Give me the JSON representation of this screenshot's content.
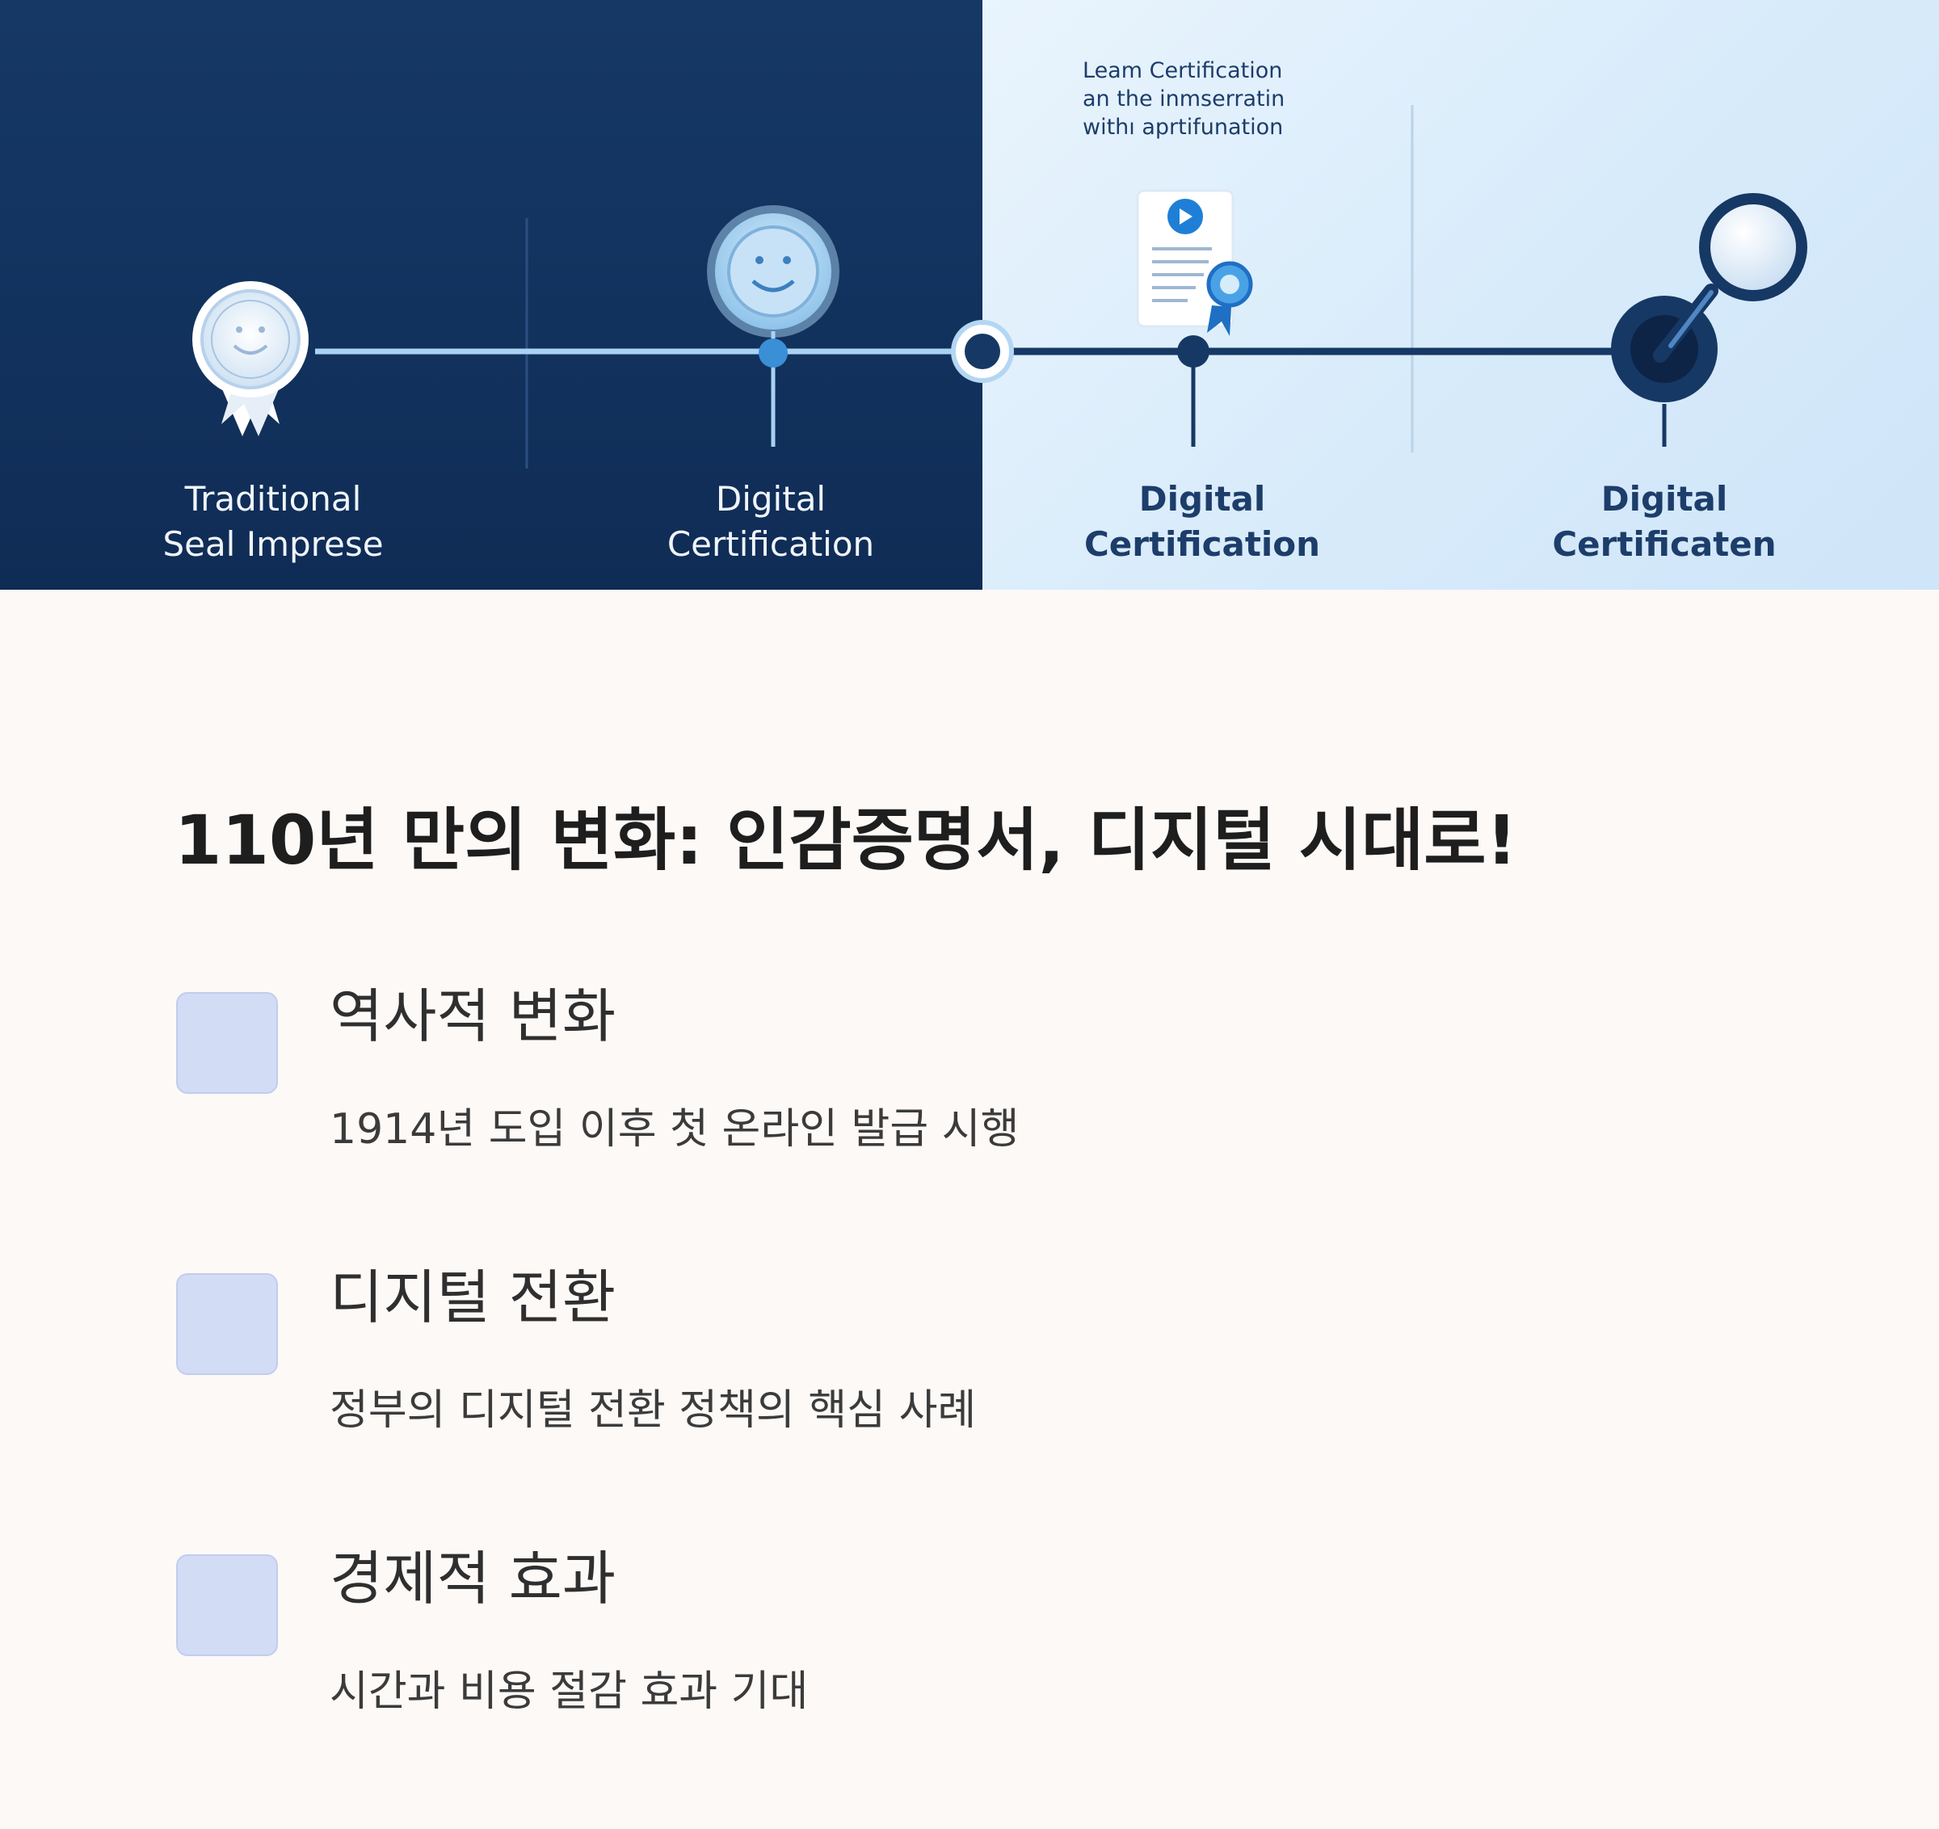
{
  "banner": {
    "note_lines": [
      "Leam Certification",
      "an the inmserratin",
      "withı aprtifunation"
    ],
    "stages": [
      {
        "line1": "Traditional",
        "line2": "Seal Imprese"
      },
      {
        "line1": "Digital",
        "line2": "Certification"
      },
      {
        "line1": "Digital",
        "line2": "Certification"
      },
      {
        "line1": "Digital",
        "line2": "Certificaten"
      }
    ],
    "colors": {
      "dark_panel": "#12325e",
      "light_panel": "#dbecfb",
      "timeline": "#163865",
      "accent": "#2f7fd3"
    }
  },
  "title": "110년 만의 변화: 인감증명서, 디지털 시대로!",
  "features": [
    {
      "heading": "역사적 변화",
      "description": "1914년 도입 이후 첫 온라인 발급 시행",
      "icon": "placeholder-square-icon"
    },
    {
      "heading": "디지털 전환",
      "description": "정부의 디지털 전환 정책의 핵심 사례",
      "icon": "placeholder-square-icon"
    },
    {
      "heading": "경제적 효과",
      "description": "시간과 비용 절감 효과 기대",
      "icon": "placeholder-square-icon"
    }
  ],
  "colors": {
    "background": "#fcf9f7",
    "icon_box": "#d3dcf5",
    "title_text": "#1e1e1e"
  }
}
